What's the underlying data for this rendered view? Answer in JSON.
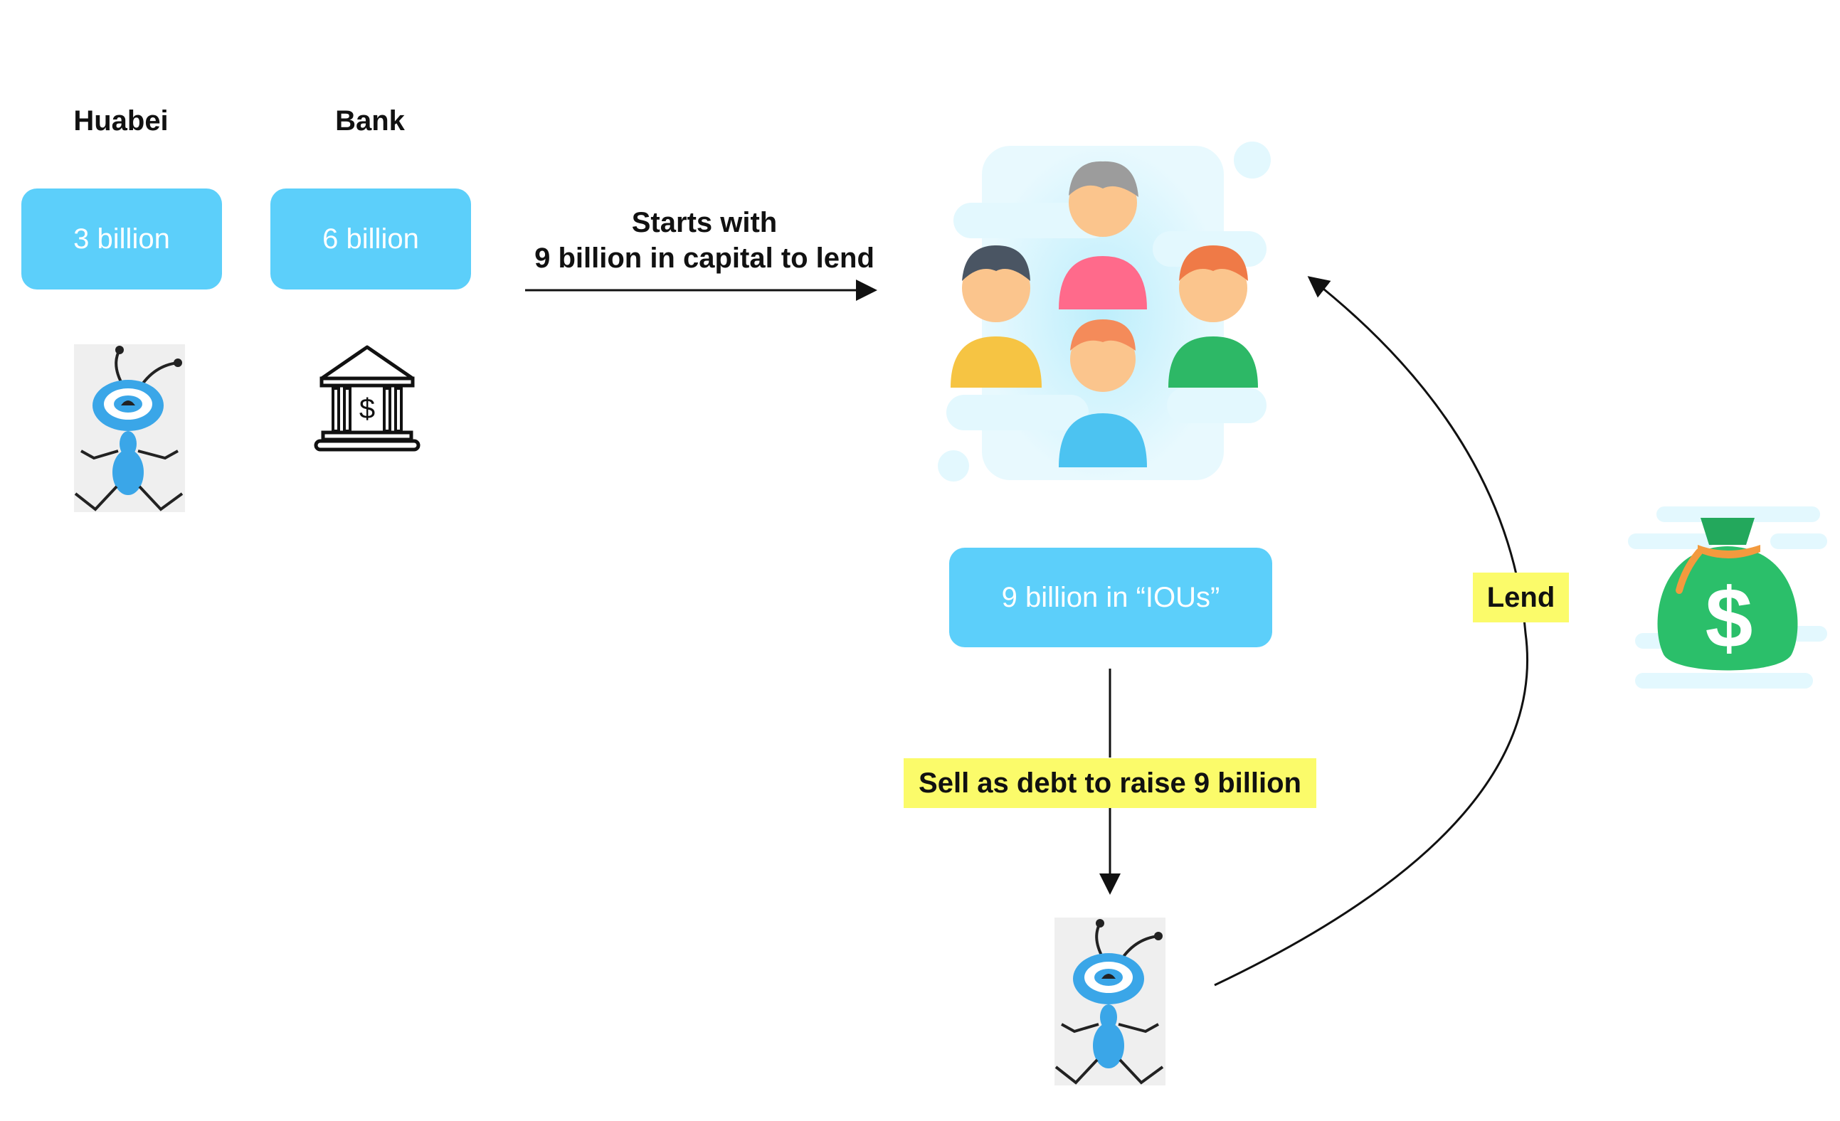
{
  "huabei": {
    "title": "Huabei",
    "amount": "3 billion"
  },
  "bank": {
    "title": "Bank",
    "amount": "6 billion"
  },
  "flow": {
    "starts_line1": "Starts with",
    "starts_line2": "9 billion in capital to lend",
    "ious": "9 billion in “IOUs”",
    "sell": "Sell as debt to raise 9 billion",
    "lend": "Lend"
  },
  "icons": {
    "ant": "ant-mascot-icon",
    "bank": "bank-building-icon",
    "people": "people-crowd-icon",
    "money": "money-bag-icon"
  },
  "colors": {
    "box": "#5ccffa",
    "highlight": "#fbfb6a",
    "ant_blue": "#3aa6e8",
    "money_green": "#2bbf6a"
  }
}
